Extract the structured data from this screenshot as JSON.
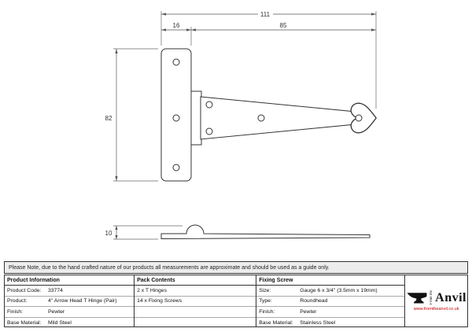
{
  "drawing": {
    "dims": {
      "total": "111",
      "plate_width": "16",
      "arm_length": "85",
      "plate_height": "82",
      "thickness": "10"
    }
  },
  "note": "Please Note, due to the hand crafted nature of our products all measurements are approximate and should be used as a guide only.",
  "table": {
    "product_info": {
      "header": "Product Information",
      "rows": [
        {
          "label": "Product Code:",
          "value": "33774"
        },
        {
          "label": "Product:",
          "value": "4\" Arrow Head T Hinge (Pair)"
        },
        {
          "label": "Finish:",
          "value": "Pewter"
        },
        {
          "label": "Base Material:",
          "value": "Mild Steel"
        }
      ]
    },
    "pack_contents": {
      "header": "Pack Contents",
      "rows": [
        "2 x T Hinges",
        "14 x Fixing Screws",
        "",
        ""
      ]
    },
    "fixing_screw": {
      "header": "Fixing Screw",
      "rows": [
        {
          "label": "Size:",
          "value": "Gauge 6 x 3/4\" (3.5mm x 19mm)"
        },
        {
          "label": "Type:",
          "value": "Roundhead"
        },
        {
          "label": "Finish:",
          "value": "Pewter"
        },
        {
          "label": "Base Material:",
          "value": "Stainless Steel"
        }
      ]
    }
  },
  "brand": {
    "tagline": "From the",
    "name": "Anvil",
    "url": "www.fromtheanvil.co.uk"
  }
}
